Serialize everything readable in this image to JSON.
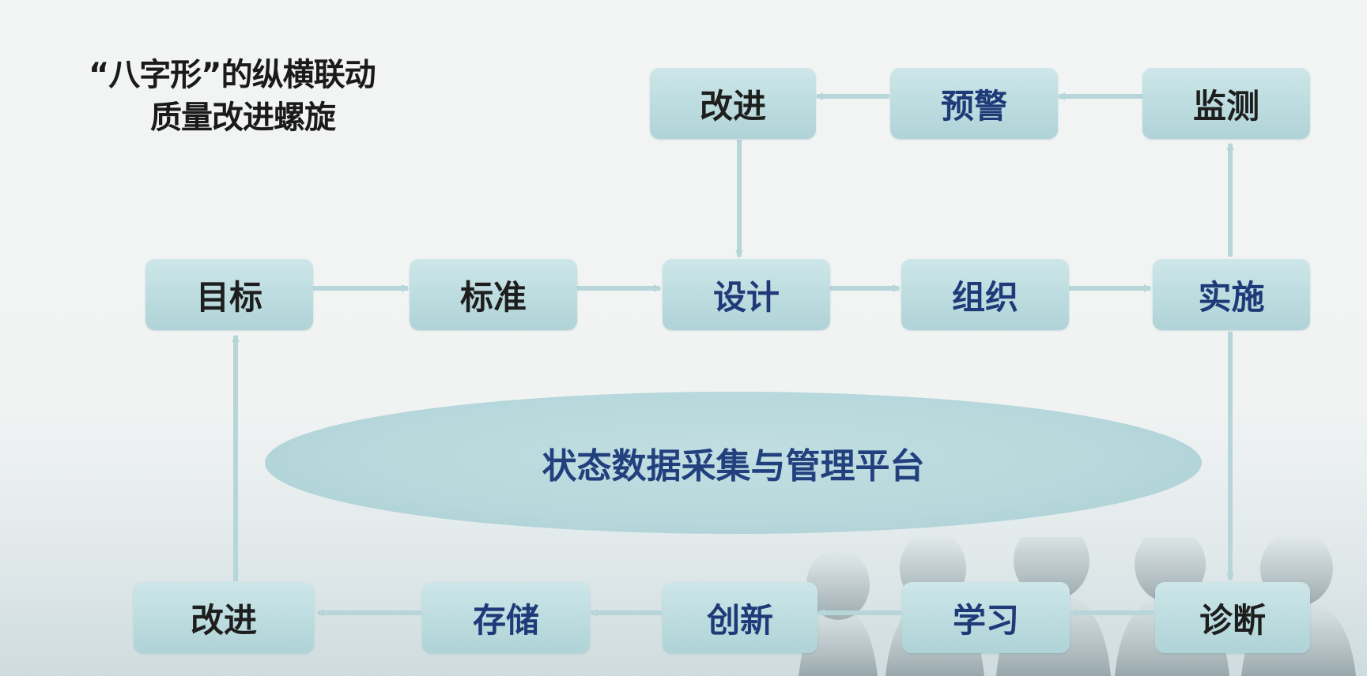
{
  "title": {
    "line1": "“八字形”的纵横联动",
    "line2": "质量改进螺旋"
  },
  "top_row": {
    "improve": "改进",
    "warning": "预警",
    "monitor": "监测"
  },
  "middle_row": {
    "goal": "目标",
    "standard": "标准",
    "design": "设计",
    "organize": "组织",
    "implement": "实施"
  },
  "platform": {
    "label": "状态数据采集与管理平台"
  },
  "bottom_row": {
    "improve": "改进",
    "store": "存储",
    "innovate": "创新",
    "learn": "学习",
    "diagnose": "诊断"
  },
  "colors": {
    "node_fill": "#bcdcdf",
    "arrow": "#b7d6d9",
    "blue_text": "#1f3a78",
    "dark_text": "#1e1e1e"
  }
}
